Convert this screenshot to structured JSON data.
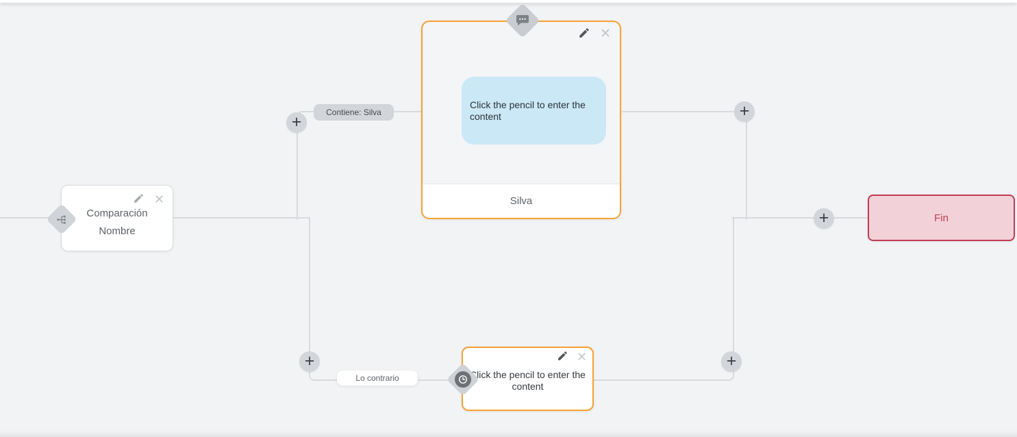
{
  "colors": {
    "canvas_background": "#f2f3f5",
    "connector": "#d8dade",
    "accent_orange": "#f9a032",
    "end_border_red": "#c23a53",
    "end_background_pink": "#f2d2d8",
    "message_bubble_blue": "#cbe8f6",
    "plus_button_gray": "#d2d5d9"
  },
  "icons": {
    "edit": "pencil-icon",
    "delete": "close-icon",
    "add": "plus-icon",
    "condition_type": "branch-icon",
    "message_type": "chat-bubble-icon",
    "fallback_type": "clock-icon"
  },
  "nodes": {
    "condition": {
      "title_line1": "Comparación",
      "title_line2": "Nombre"
    },
    "message": {
      "content_placeholder": "Click the pencil to enter the content",
      "footer_label": "Silva"
    },
    "fallback": {
      "content_placeholder": "Click the pencil to enter the content"
    },
    "end": {
      "label": "Fin"
    }
  },
  "edge_labels": {
    "match": "Contiene: Silva",
    "no_match": "Lo contrario"
  },
  "controls": {
    "plus_label": "+"
  }
}
